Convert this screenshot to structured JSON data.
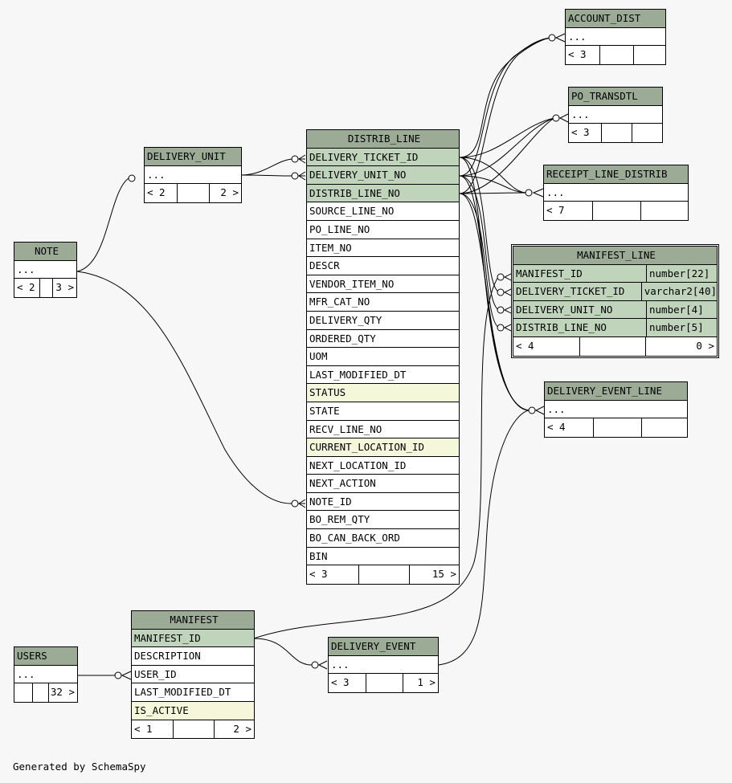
{
  "credit": "Generated by SchemaSpy",
  "tables": {
    "account_dist": {
      "name": "ACCOUNT_DIST",
      "ellipsis": "...",
      "parents": "< 3",
      "children": ""
    },
    "po_transdtl": {
      "name": "PO_TRANSDTL",
      "ellipsis": "...",
      "parents": "< 3",
      "children": ""
    },
    "receipt_line_distrib": {
      "name": "RECEIPT_LINE_DISTRIB",
      "ellipsis": "...",
      "parents": "< 7",
      "children": ""
    },
    "delivery_event_line": {
      "name": "DELIVERY_EVENT_LINE",
      "ellipsis": "...",
      "parents": "< 4",
      "children": ""
    },
    "delivery_unit": {
      "name": "DELIVERY_UNIT",
      "ellipsis": "...",
      "parents": "< 2",
      "children": "2 >"
    },
    "note": {
      "name": "NOTE",
      "ellipsis": "...",
      "parents": "< 2",
      "children": "3 >"
    },
    "users": {
      "name": "USERS",
      "ellipsis": "...",
      "parents": "",
      "children": "32 >"
    },
    "delivery_event": {
      "name": "DELIVERY_EVENT",
      "ellipsis": "...",
      "parents": "< 3",
      "children": "1 >"
    },
    "manifest": {
      "name": "MANIFEST",
      "columns": [
        "MANIFEST_ID",
        "DESCRIPTION",
        "USER_ID",
        "LAST_MODIFIED_DT",
        "IS_ACTIVE"
      ],
      "parents": "< 1",
      "children": "2 >"
    },
    "distrib_line": {
      "name": "DISTRIB_LINE",
      "columns": [
        "DELIVERY_TICKET_ID",
        "DELIVERY_UNIT_NO",
        "DISTRIB_LINE_NO",
        "SOURCE_LINE_NO",
        "PO_LINE_NO",
        "ITEM_NO",
        "DESCR",
        "VENDOR_ITEM_NO",
        "MFR_CAT_NO",
        "DELIVERY_QTY",
        "ORDERED_QTY",
        "UOM",
        "LAST_MODIFIED_DT",
        "STATUS",
        "STATE",
        "RECV_LINE_NO",
        "CURRENT_LOCATION_ID",
        "NEXT_LOCATION_ID",
        "NEXT_ACTION",
        "NOTE_ID",
        "BO_REM_QTY",
        "BO_CAN_BACK_ORD",
        "BIN"
      ],
      "parents": "< 3",
      "children": "15 >"
    },
    "manifest_line": {
      "name": "MANIFEST_LINE",
      "columns": [
        {
          "name": "MANIFEST_ID",
          "type": "number[22]"
        },
        {
          "name": "DELIVERY_TICKET_ID",
          "type": "varchar2[40]"
        },
        {
          "name": "DELIVERY_UNIT_NO",
          "type": "number[4]"
        },
        {
          "name": "DISTRIB_LINE_NO",
          "type": "number[5]"
        }
      ],
      "parents": "< 4",
      "children": "0 >"
    }
  }
}
